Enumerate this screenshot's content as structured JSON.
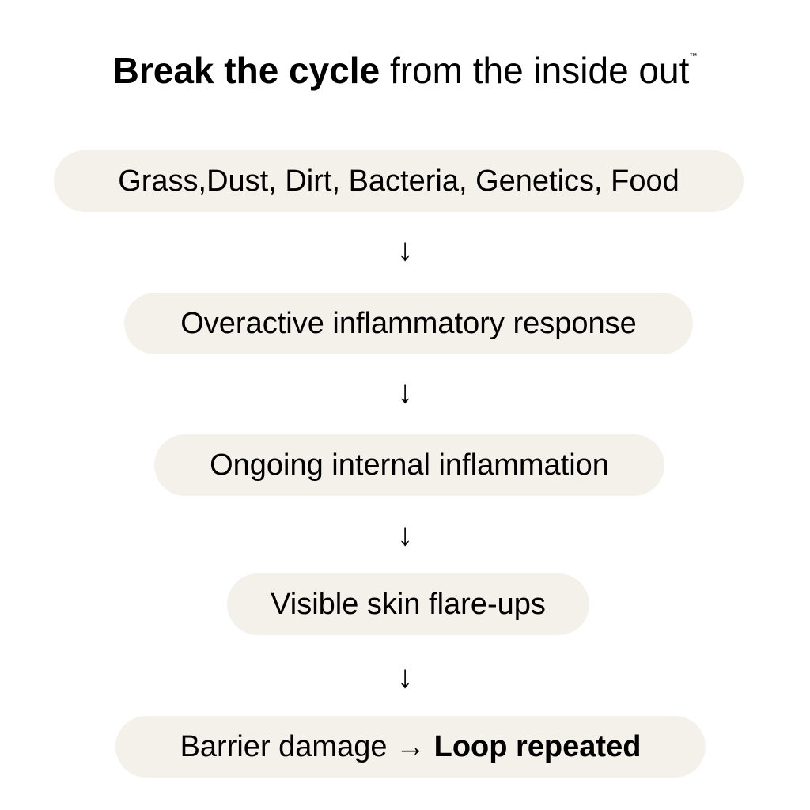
{
  "title": {
    "bold": "Break the cycle",
    "regular": "from the inside out",
    "trademark": "™"
  },
  "steps": [
    "Grass,Dust, Dirt, Bacteria, Genetics, Food",
    "Overactive inflammatory response",
    "Ongoing internal inflammation",
    "Visible skin flare-ups"
  ],
  "final_step": {
    "text": "Barrier damage",
    "arrow": "→",
    "bold": "Loop repeated"
  },
  "arrow_glyph": "↓",
  "colors": {
    "pill": "#f4f1eb",
    "text": "#000000"
  }
}
